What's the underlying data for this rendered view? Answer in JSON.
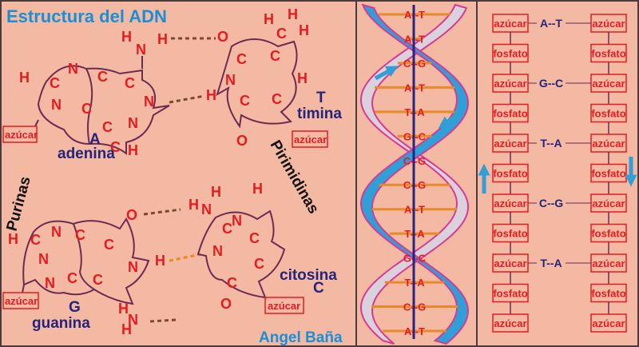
{
  "title": "Estructura del ADN",
  "author": "Angel Baña",
  "colors": {
    "background": "#f3b9a3",
    "atom_text": "#e41b22",
    "ring_line": "#6b2c52",
    "name_text": "#26237a",
    "title_blue": "#1a8fd6",
    "hbond_brown": "#7a4a2c",
    "hbond_orange": "#e88a1f",
    "helix_blue": "#2f9fd8",
    "helix_pink": "#d63a93",
    "rung": "#e8892a",
    "axis": "#2a2280"
  },
  "molecules": {
    "group_left": "Purinas",
    "group_right": "Pirimidinas",
    "sugar": "azúcar",
    "adenine": {
      "name": "adenina",
      "letter": "A",
      "atoms": [
        "H",
        "C",
        "N",
        "C",
        "N",
        "C",
        "C",
        "N",
        "H",
        "C",
        "N",
        "C",
        "N",
        "H",
        "H"
      ]
    },
    "thymine": {
      "name": "timina",
      "letter": "T",
      "atoms": [
        "O",
        "C",
        "C",
        "C",
        "C",
        "N",
        "H",
        "O",
        "H",
        "H",
        "H",
        "C",
        "H"
      ]
    },
    "guanine": {
      "name": "guanina",
      "letter": "G",
      "atoms": [
        "H",
        "C",
        "N",
        "C",
        "N",
        "C",
        "C",
        "C",
        "N",
        "H",
        "N",
        "N",
        "H",
        "H",
        "O"
      ]
    },
    "cytosine": {
      "name": "citosina",
      "letter": "C",
      "atoms": [
        "H",
        "C",
        "C",
        "C",
        "N",
        "C",
        "N",
        "O",
        "H",
        "N",
        "H"
      ]
    }
  },
  "helix": {
    "pairs": [
      "A--T",
      "A--T",
      "C--G",
      "A--T",
      "T--A",
      "G--C",
      "C--G",
      "C--G",
      "A--T",
      "T--A",
      "G--C",
      "T--A",
      "C--G",
      "A--T"
    ]
  },
  "ladder": {
    "sugar": "azúcar",
    "phosphate": "fosfato",
    "pairs": [
      "A--T",
      "G--C",
      "T--A",
      "C--G",
      "T--A"
    ]
  }
}
